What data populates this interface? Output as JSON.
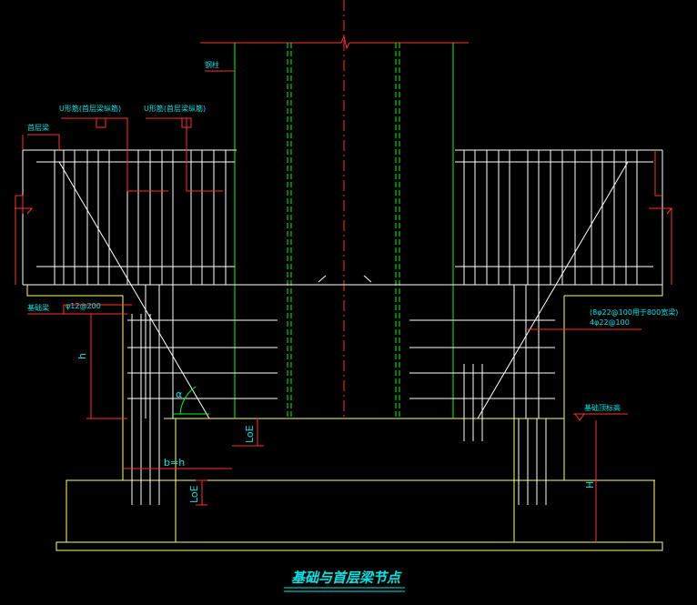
{
  "drawing": {
    "title": "基础与首层梁节点",
    "colors": {
      "background": "#000000",
      "concrete": "#ffff66",
      "rebar": "#ffffff",
      "column": "#00ff00",
      "leader": "#ff3030",
      "text": "#00e5e5"
    },
    "labels": {
      "steel_column": "钢柱",
      "u_bar_left": "U形筋(首层梁纵筋)",
      "u_bar_right": "U形筋(首层梁纵筋)",
      "first_floor_beam": "首层梁",
      "foundation_beam": "基础梁",
      "stirrup": "φ12@200",
      "rebar_spec_line1": "(8φ22@100用于800宽梁)",
      "rebar_spec_line2": "4φ22@100",
      "foundation_top": "基础顶标高"
    },
    "dimensions": {
      "h": "h",
      "b_eq_h": "b=h",
      "loe_1": "LoE",
      "loe_2": "LoE",
      "H": "H",
      "angle": "α"
    }
  }
}
